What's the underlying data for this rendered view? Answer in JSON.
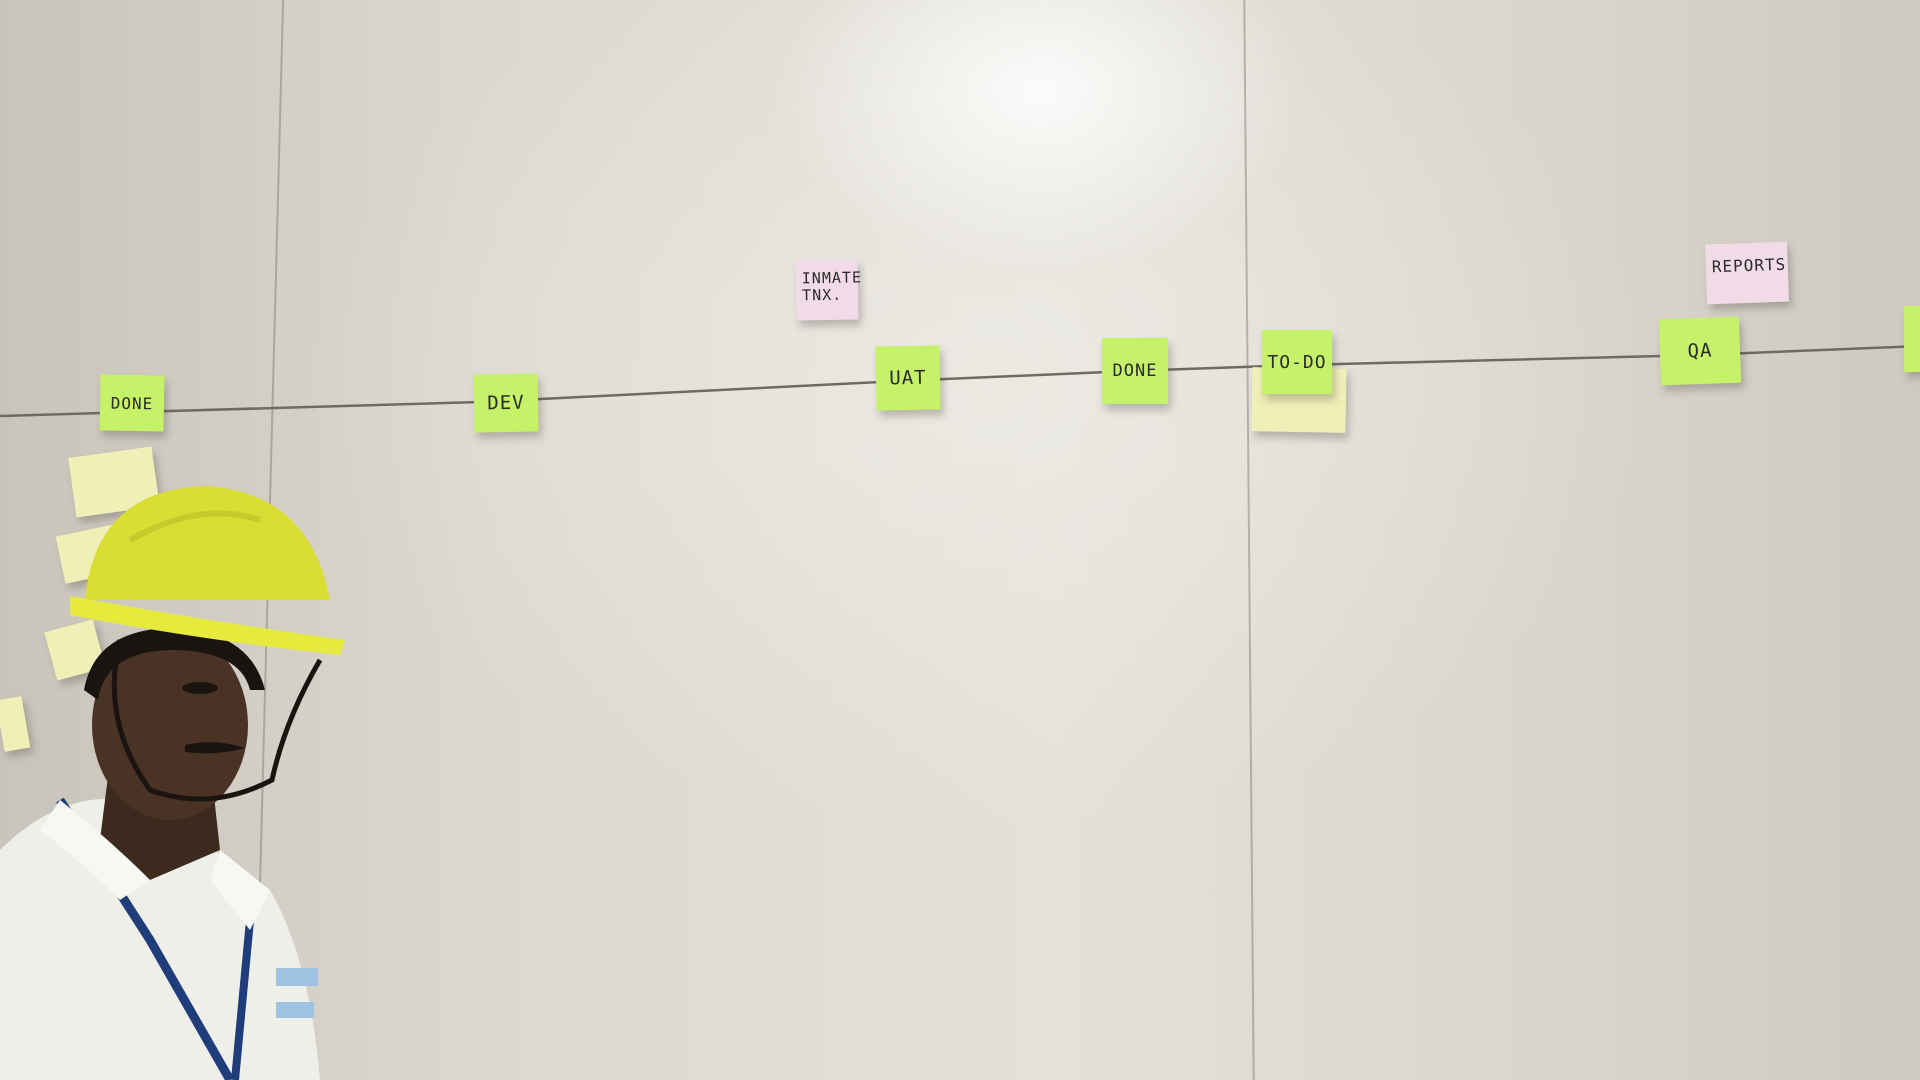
{
  "notes": {
    "done_left": "DONE",
    "dev": "DEV",
    "inmate": "INMATE\nTNX.",
    "uat": "UAT",
    "done_mid": "DONE",
    "todo": "TO-DO",
    "qa": "QA",
    "reports": "REPORTS"
  },
  "colors": {
    "note_green": "#c6f26a",
    "note_pink": "#f0dbe6",
    "helmet": "#e1e43a",
    "wall": "#dcd8cf"
  }
}
